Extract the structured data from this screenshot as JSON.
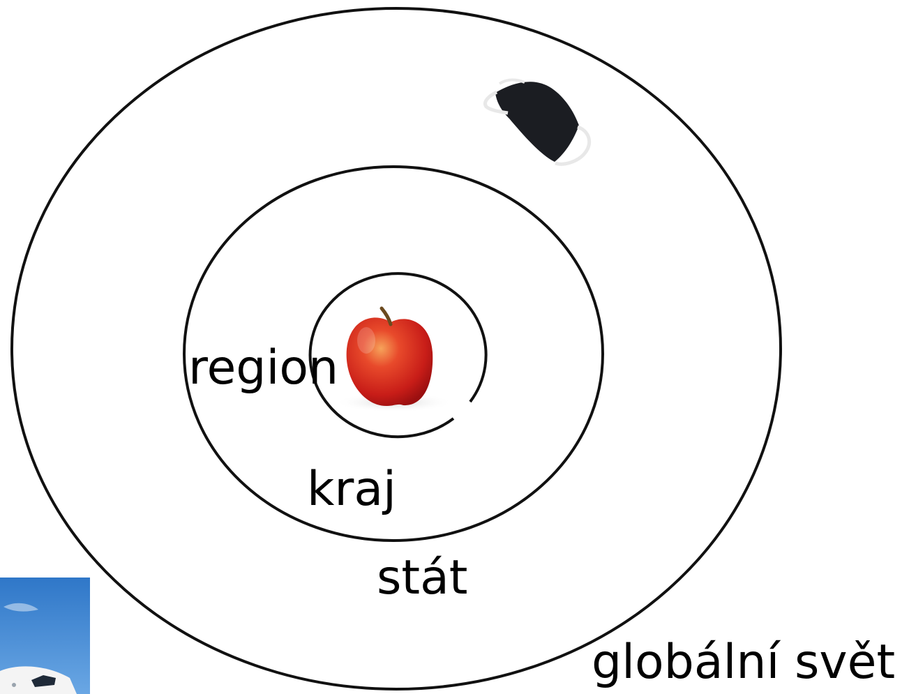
{
  "diagram": {
    "rings": [
      "region",
      "kraj",
      "stát",
      "globální svět"
    ],
    "labels": {
      "region": "region",
      "kraj": "kraj",
      "stat": "stát",
      "world": "globální svět"
    },
    "images": [
      {
        "name": "apple",
        "colors": {
          "body": "#d8281f",
          "highlight": "#f2b27a",
          "stem": "#6b4a1f"
        }
      },
      {
        "name": "face-mask",
        "colors": {
          "fabric": "#1b1d22",
          "strap": "#e8e8e8"
        }
      },
      {
        "name": "airplane-photo",
        "colors": {
          "sky": "#3f84d1",
          "fuselage": "#f4f4f4"
        }
      }
    ]
  }
}
